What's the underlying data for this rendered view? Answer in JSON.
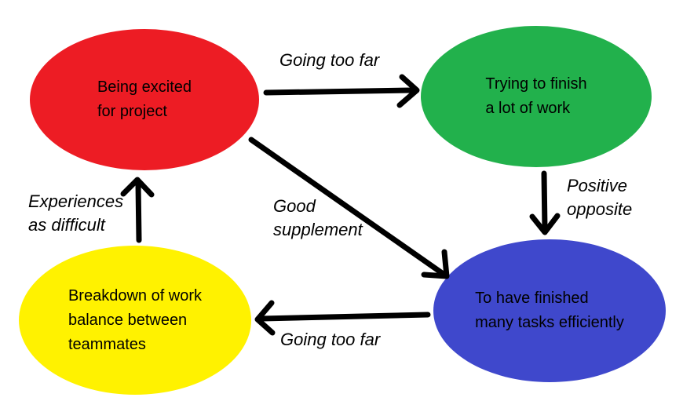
{
  "diagram": {
    "background": "#FFFFFF",
    "arrow_color": "#000000",
    "text_color": "#000000",
    "nodes": {
      "red": {
        "label": "Being excited\nfor project",
        "color": "#ED1C24"
      },
      "green": {
        "label": "Trying to finish\na lot of work",
        "color": "#22B14C"
      },
      "blue": {
        "label": "To have finished\nmany tasks efficiently",
        "color": "#3F48CC"
      },
      "yellow": {
        "label": "Breakdown of work\nbalance between\nteammates",
        "color": "#FFF200"
      }
    },
    "edges": {
      "red_to_green": {
        "from": "red",
        "to": "green",
        "label": "Going too far"
      },
      "green_to_blue": {
        "from": "green",
        "to": "blue",
        "label": "Positive\nopposite"
      },
      "red_to_blue": {
        "from": "red",
        "to": "blue",
        "label": "Good\nsupplement"
      },
      "blue_to_yellow": {
        "from": "blue",
        "to": "yellow",
        "label": "Going too far"
      },
      "yellow_to_red": {
        "from": "yellow",
        "to": "red",
        "label": "Experiences\nas difficult"
      }
    }
  }
}
